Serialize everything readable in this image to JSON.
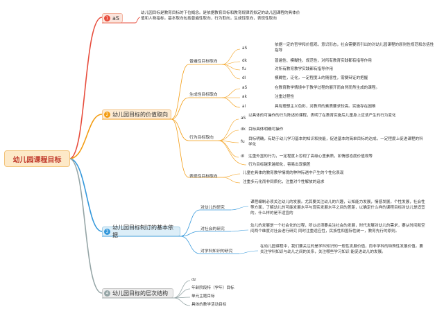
{
  "root": {
    "label": "幼儿园课程目标"
  },
  "branches": [
    {
      "number": "1",
      "label": "aS",
      "color": "#e74c3c",
      "note": "幼儿园目标是教育目标的下位概念。是依据教育目标和教育规律而拟定的幼儿园课程的具体价值和人物指标。基本取向包括普遍性取向，行为取向，生成性取向，表现性取向"
    },
    {
      "number": "2",
      "label": "幼儿园目标的价值取向",
      "color": "#f39c12",
      "groups": [
        {
          "label": "普遍性目标取向",
          "items": [
            {
              "key": "aS",
              "text": "依据一定的哲学和价值观，意识形态，社会需要而引出的对幼儿园课程的原则性规范和总括性指导"
            },
            {
              "key": "dk",
              "text": "普遍性、模糊性，规范性，对所有教育实践都有指导作用"
            },
            {
              "key": "fu",
              "text": "对所有教育教学实践都有指导作用"
            },
            {
              "key": "dl",
              "text": "模糊性，泛化，一定程度上的随意性，需要辩证的把握"
            }
          ]
        },
        {
          "label": "生成性目标取向",
          "items": [
            {
              "key": "aS",
              "text": "在教育教学情境中于教学过程的展开而自然而然生成的课程。"
            },
            {
              "key": "ak",
              "text": "注重过程性"
            },
            {
              "key": "al",
              "text": "具有理想主义色彩，对教师的素质要求较高。实施存在困难"
            }
          ]
        },
        {
          "label": "行为目标取向",
          "items": [
            {
              "key": "aS",
              "text": "以具体的可操作的行为陈述的课程，表明了在教育实施后儿童身上应该产生的行为变化"
            },
            {
              "key": "dk",
              "text": "目标具体明确可操作"
            },
            {
              "key": "fu",
              "text": "目标明确，有助于幼儿学习基本的知识和技能，促进基本的简单目标的达成，一定程度上促进课程的科学化"
            },
            {
              "key": "dl",
              "text": "注重外显的行为，一定程度上忽视了高级心里素质，如情感态度价值观等"
            },
            {
              "key": "",
              "text": "行为目标越来越细化，容易出现偏差"
            }
          ]
        },
        {
          "label": "表现性目标取向",
          "items": [
            {
              "key": "",
              "text": "儿童在具体的教育教学情境的种种际遇中产生的个性化表现"
            },
            {
              "key": "",
              "text": "注重多元化而非同质化，注重对个性解放的追求"
            }
          ]
        }
      ]
    },
    {
      "number": "3",
      "label": "幼儿园目标制订的基本依据",
      "color": "#3498db",
      "groups": [
        {
          "label": "对幼儿的研究",
          "text": "课程编制必须关注幼儿的发展。尤其要关注幼儿的兴趣，认知能力发展，情感发展，个性发展，社会性等方面，了解幼儿的可能发展水平与现实发展水平之间的差距，以确定什么样的课程目标对幼儿是适宜的，什么样的是不适宜的"
        },
        {
          "label": "对社会的研究",
          "text": "幼儿的发展是一个社会化的过程，所以必须要关注社会的发展，时代发展对幼儿的需求，要从时间和空间两个维度对社会进行研究 同时注重适应性，民族性和国际性统一，教育先行的原则。"
        },
        {
          "label": "对学科知识的研究",
          "text": "在幼儿园课程中，我们要关注的是学科知识的一般性发展价值，而非学科的特殊性发展价值。要关注学科知识与幼儿之间的关系，关注哪些学习知识 能促进幼儿的发展。"
        }
      ]
    },
    {
      "number": "4",
      "label": "幼儿园目标的层次结构",
      "color": "#95a5a6",
      "items": [
        "dz",
        "年龄阶段特（学年）目标",
        "单元主题目标",
        "具体的教学活动目标"
      ]
    }
  ]
}
